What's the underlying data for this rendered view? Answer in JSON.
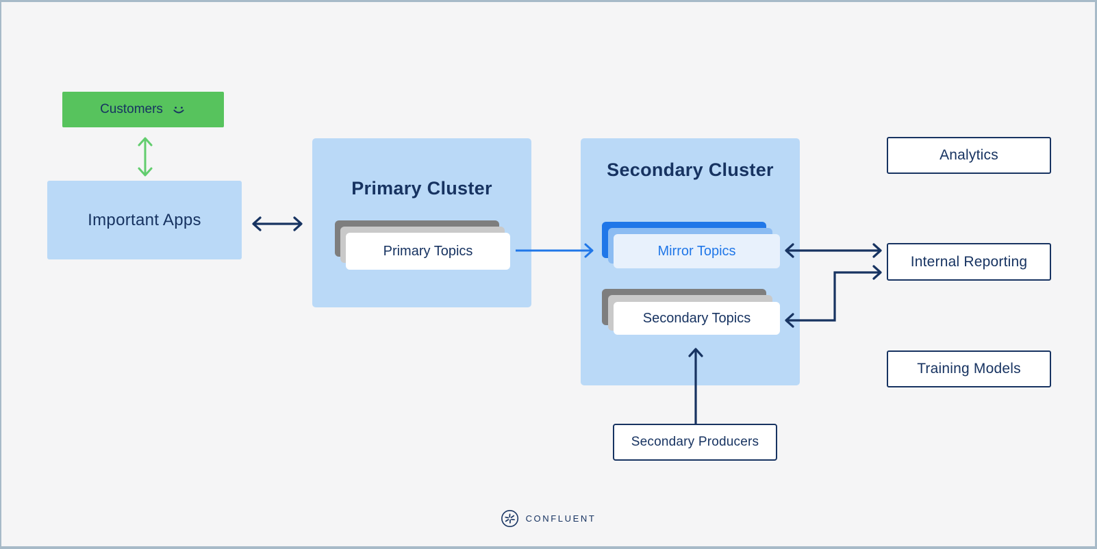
{
  "customers": {
    "label": "Customers"
  },
  "important_apps": {
    "label": "Important Apps"
  },
  "primary_cluster": {
    "title": "Primary Cluster",
    "topics_label": "Primary Topics"
  },
  "secondary_cluster": {
    "title": "Secondary Cluster",
    "mirror_topics_label": "Mirror Topics",
    "secondary_topics_label": "Secondary Topics"
  },
  "analytics": {
    "label": "Analytics"
  },
  "internal_reporting": {
    "label": "Internal Reporting"
  },
  "training_models": {
    "label": "Training Models"
  },
  "secondary_producers": {
    "label": "Secondary Producers"
  },
  "footer": {
    "brand_name": "CONFLUENT"
  },
  "icons": {
    "customers_icon": "smiley-icon",
    "footer_icon": "confluent-logo-icon"
  },
  "colors": {
    "background": "#F5F5F6",
    "frame_border": "#A7BAC8",
    "navy": "#173361",
    "green_box": "#57C35D",
    "green_arrow": "#62CD6E",
    "light_blue_fill": "#BAD9F7",
    "bright_blue": "#2077E8",
    "mid_blue_card": "#8CBCF2",
    "pale_blue_card": "#E8F1FC",
    "dark_gray_card": "#7E7E7E",
    "light_gray_card": "#C9C9C9",
    "card_white": "#FFFFFF"
  }
}
